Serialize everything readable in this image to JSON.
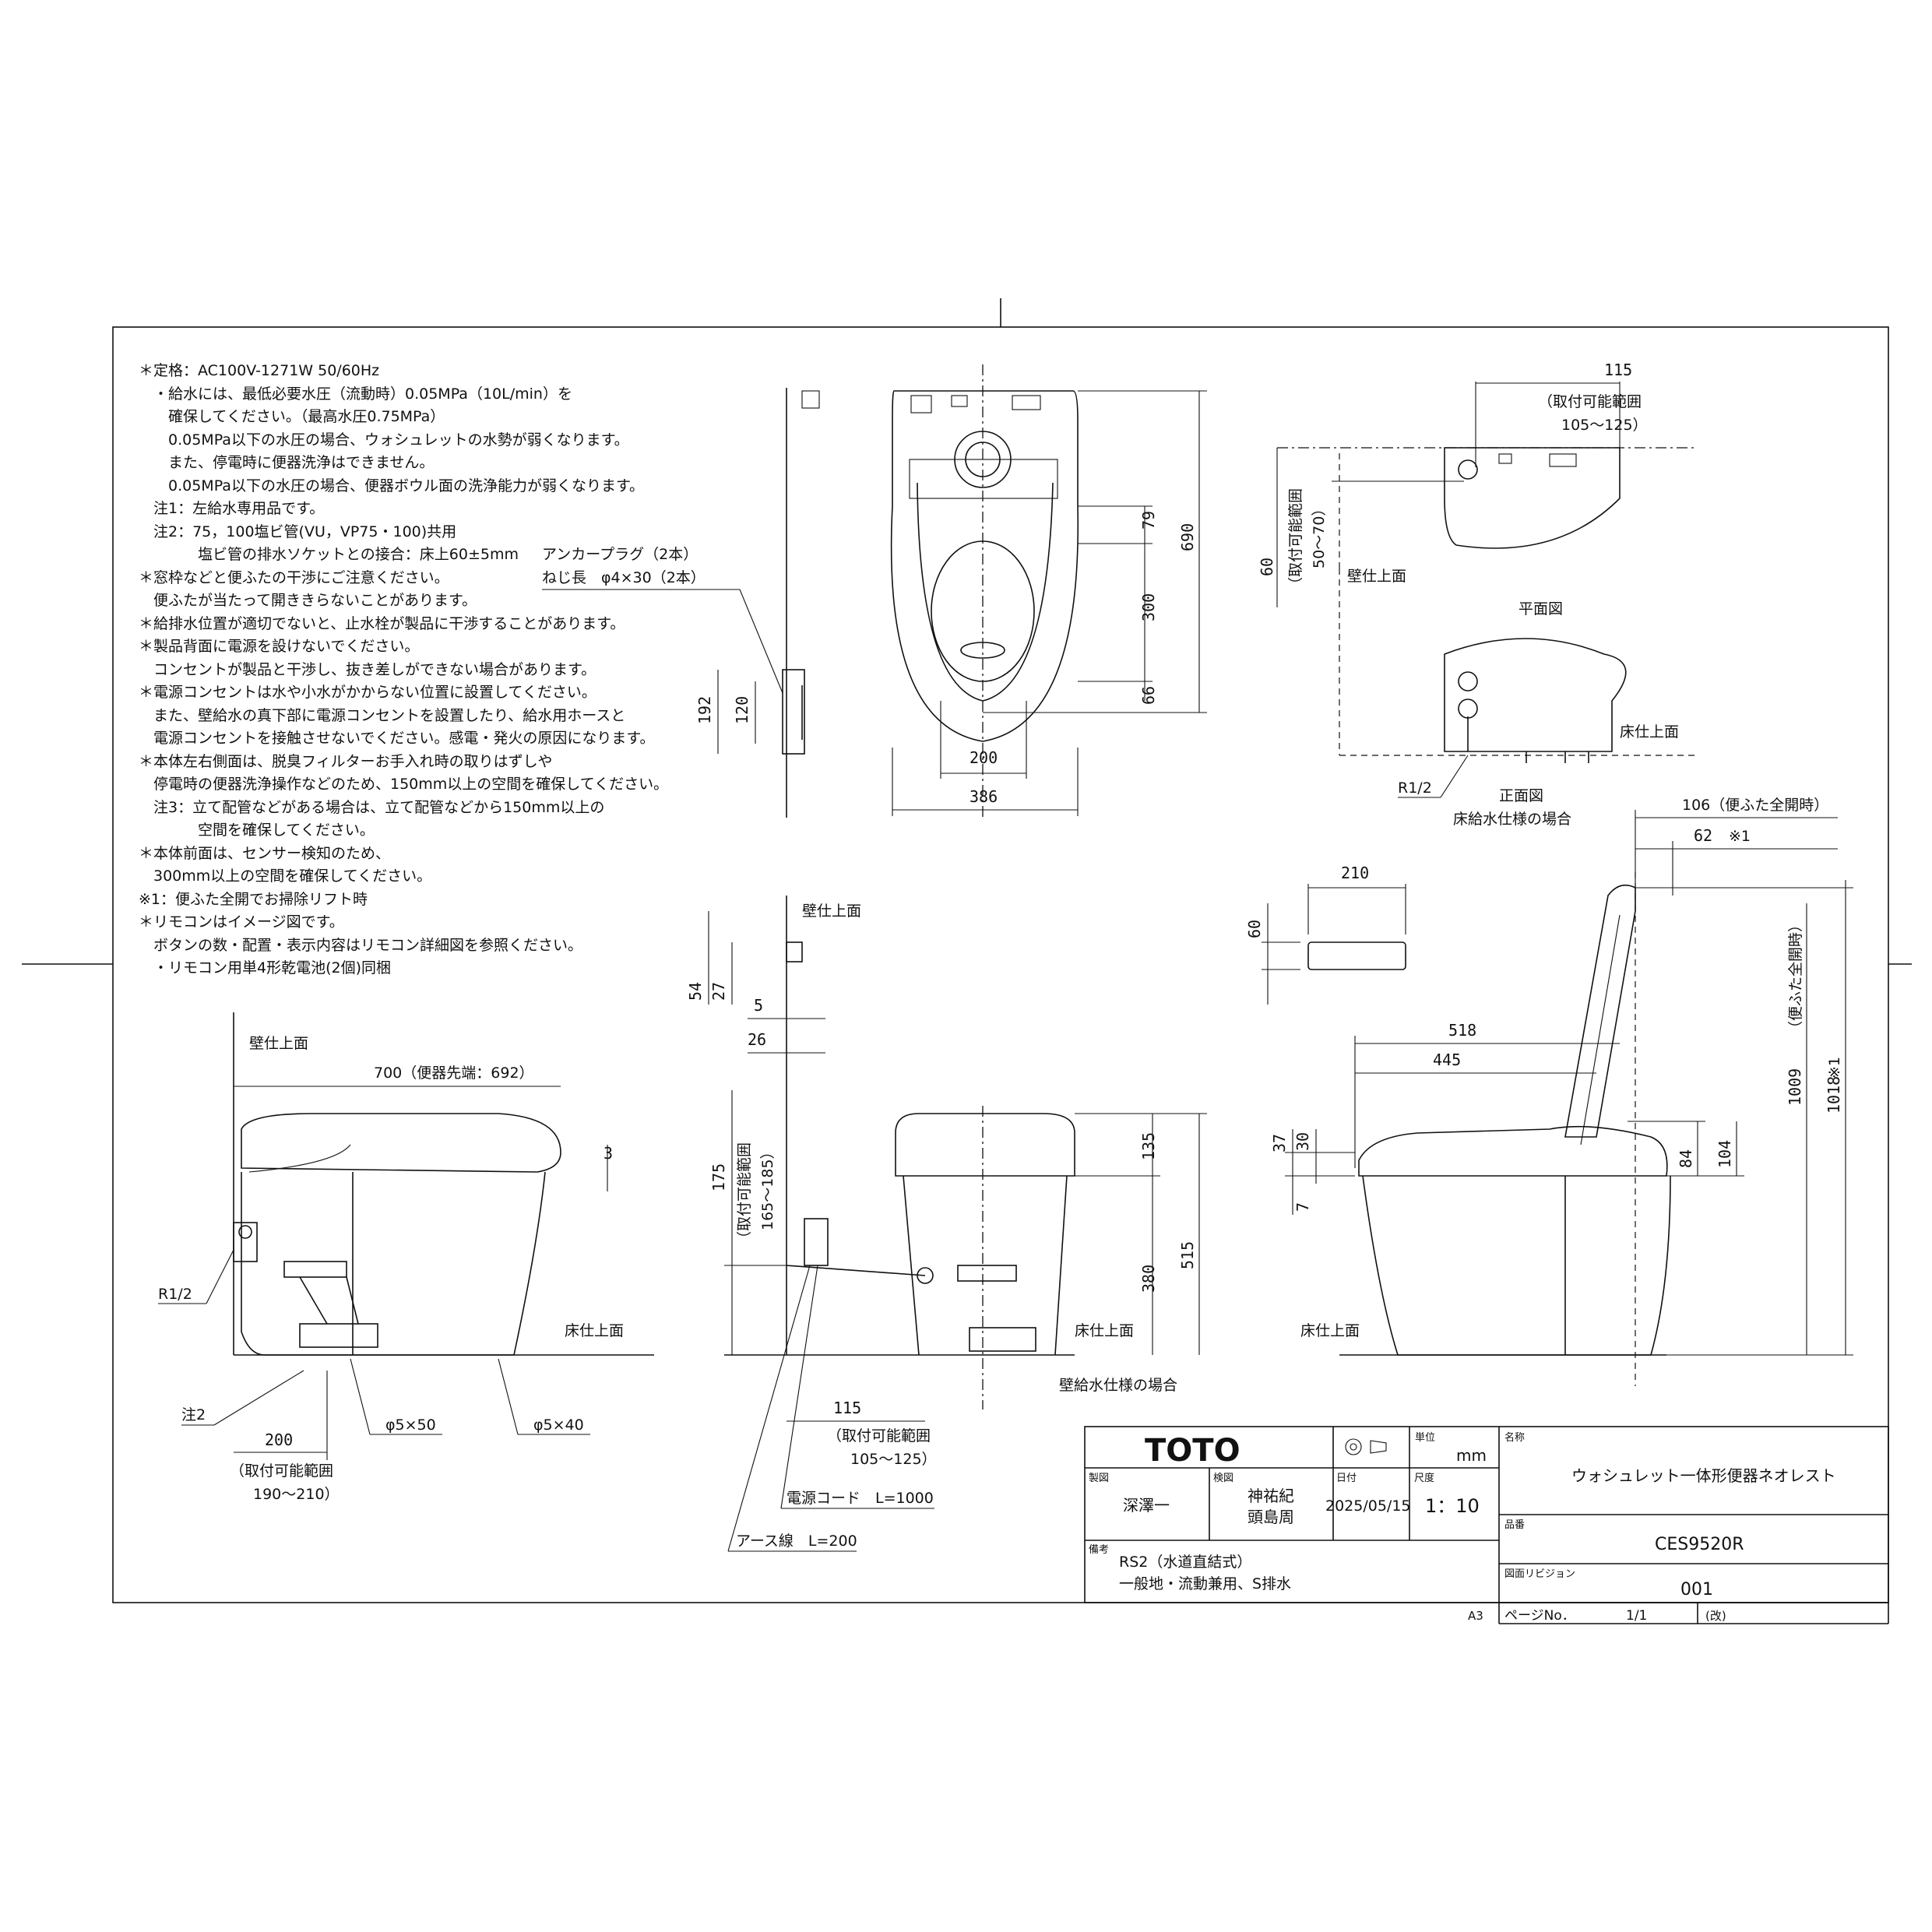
{
  "notes": [
    "＊定格：AC100V-1271W 50/60Hz",
    "　・給水には、最低必要水圧（流動時）0.05MPa（10L/min）を",
    "　　確保してください。（最高水圧0.75MPa）",
    "　　0.05MPa以下の水圧の場合、ウォシュレットの水勢が弱くなります。",
    "　　また、停電時に便器洗浄はできません。",
    "　　0.05MPa以下の水圧の場合、便器ボウル面の洗浄能力が弱くなります。",
    "　注1：左給水専用品です。",
    "　注2：75，100塩ビ管(VU，VP75・100)共用",
    "　　　　塩ビ管の排水ソケットとの接合：床上60±5mm",
    "＊窓枠などと便ふたの干渉にご注意ください。",
    "　便ふたが当たって開ききらないことがあります。",
    "＊給排水位置が適切でないと、止水栓が製品に干渉することがあります。",
    "＊製品背面に電源を設けないでください。",
    "　コンセントが製品と干渉し、抜き差しができない場合があります。",
    "＊電源コンセントは水や小水がかからない位置に設置してください。",
    "　また、壁給水の真下部に電源コンセントを設置したり、給水用ホースと",
    "　電源コンセントを接触させないでください。感電・発火の原因になります。",
    "＊本体左右側面は、脱臭フィルターお手入れ時の取りはずしや",
    "　停電時の便器洗浄操作などのため、150mm以上の空間を確保してください。",
    "　注3：立て配管などがある場合は、立て配管などから150mm以上の",
    "　　　　空間を確保してください。",
    "＊本体前面は、センサー検知のため、",
    "　300mm以上の空間を確保してください。",
    "※1：便ふた全開でお掃除リフト時",
    "＊リモコンはイメージ図です。",
    "　ボタンの数・配置・表示内容はリモコン詳細図を参照ください。",
    "　・リモコン用単4形乾電池(2個)同梱"
  ],
  "labels": {
    "anchor1": "アンカープラグ（2本）",
    "anchor2": "ねじ長　φ4×30（2本）",
    "wall_face": "壁仕上面",
    "floor_face": "床仕上面",
    "plan_view": "平面図",
    "front_view": "正面図",
    "floor_supply": "床給水仕様の場合",
    "wall_supply": "壁給水仕様の場合",
    "range_115": "（取付可能範囲",
    "range_105_125": "105～125）",
    "range_vert_1": "（取付可能範囲",
    "range_vert_2": "50～70）",
    "range_165_185": "165～185）",
    "range_190_210a": "（取付可能範囲",
    "range_190_210b": "190～210）",
    "r12": "R1/2",
    "note2": "注2",
    "phi550": "φ5×50",
    "phi540": "φ5×40",
    "power_cord": "電源コード　L=1000",
    "earth_wire": "アース線　L=200",
    "lid_open": "106（便ふた全開時）",
    "d62": "62",
    "mark1": "※1",
    "lid_full": "（便ふた全開時）",
    "d700": "700（便器先端：692）"
  },
  "dims": {
    "d115": "115",
    "d60": "60",
    "d690": "690",
    "d79": "79",
    "d300": "300",
    "d66": "66",
    "d200": "200",
    "d386": "386",
    "d192": "192",
    "d120": "120",
    "d210": "210",
    "d60b": "60",
    "d54": "54",
    "d27": "27",
    "d5": "5",
    "d26": "26",
    "d175": "175",
    "d135": "135",
    "d515": "515",
    "d380": "380",
    "d3": "3",
    "d518": "518",
    "d445": "445",
    "d37": "37",
    "d30": "30",
    "d7": "7",
    "d84": "84",
    "d104": "104",
    "d1009": "1009",
    "d1018": "1018",
    "d115b": "115",
    "d200b": "200"
  },
  "title_block": {
    "brand": "TOTO",
    "unit_label": "単位",
    "unit": "mm",
    "name_label": "名称",
    "product_name": "ウォシュレット一体形便器ネオレスト",
    "drafter_label": "製図",
    "drafter": "深澤一",
    "checker_label": "検図",
    "checker1": "神祐紀",
    "checker2": "頭島周",
    "date_label": "日付",
    "date": "2025/05/15",
    "scale_label": "尺度",
    "scale": "1：10",
    "model_label": "品番",
    "model": "CES9520R",
    "remarks_label": "備考",
    "remarks1": "RS2（水道直結式）",
    "remarks2": "一般地・流動兼用、S排水",
    "revision_label": "図面リビジョン",
    "revision": "001",
    "paper": "A3",
    "page_label": "ページNo．",
    "page": "1/1",
    "page_note": "(改)"
  }
}
